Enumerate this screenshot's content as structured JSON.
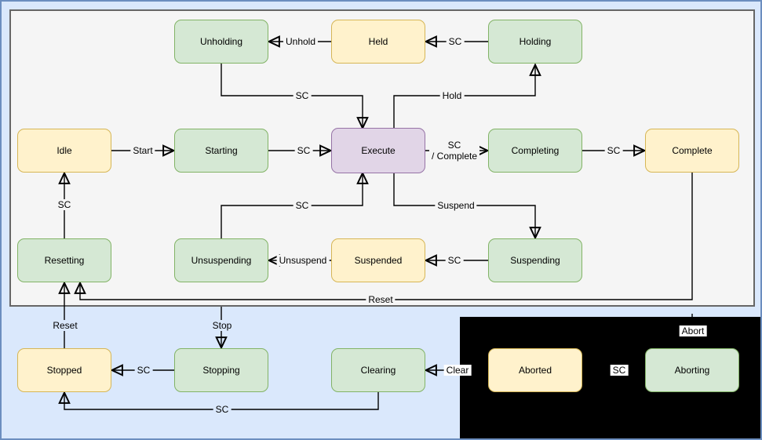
{
  "diagram": {
    "type": "state-machine",
    "states": {
      "unholding": "Unholding",
      "held": "Held",
      "holding": "Holding",
      "idle": "Idle",
      "starting": "Starting",
      "execute": "Execute",
      "completing": "Completing",
      "complete": "Complete",
      "resetting": "Resetting",
      "unsuspending": "Unsuspending",
      "suspended": "Suspended",
      "suspending": "Suspending",
      "stopped": "Stopped",
      "stopping": "Stopping",
      "clearing": "Clearing",
      "aborted": "Aborted",
      "aborting": "Aborting"
    },
    "labels": {
      "sc": "SC",
      "unhold": "Unhold",
      "hold": "Hold",
      "start": "Start",
      "complete_alt": "/ Complete",
      "reset": "Reset",
      "suspend": "Suspend",
      "unsuspend": "Unsuspend",
      "stop": "Stop",
      "clear": "Clear",
      "abort": "Abort"
    },
    "colors": {
      "canvas_bg": "#dae8fc",
      "canvas_border": "#6c8ebf",
      "main_region_bg": "#f5f5f5",
      "main_region_border": "#666666",
      "abort_region_bg": "#000000",
      "state_green_fill": "#d5e8d4",
      "state_green_border": "#82b366",
      "state_yellow_fill": "#fff2cc",
      "state_yellow_border": "#d6b656",
      "state_purple_fill": "#e1d5e7",
      "state_purple_border": "#9673a6",
      "edge_color": "#000000"
    }
  }
}
